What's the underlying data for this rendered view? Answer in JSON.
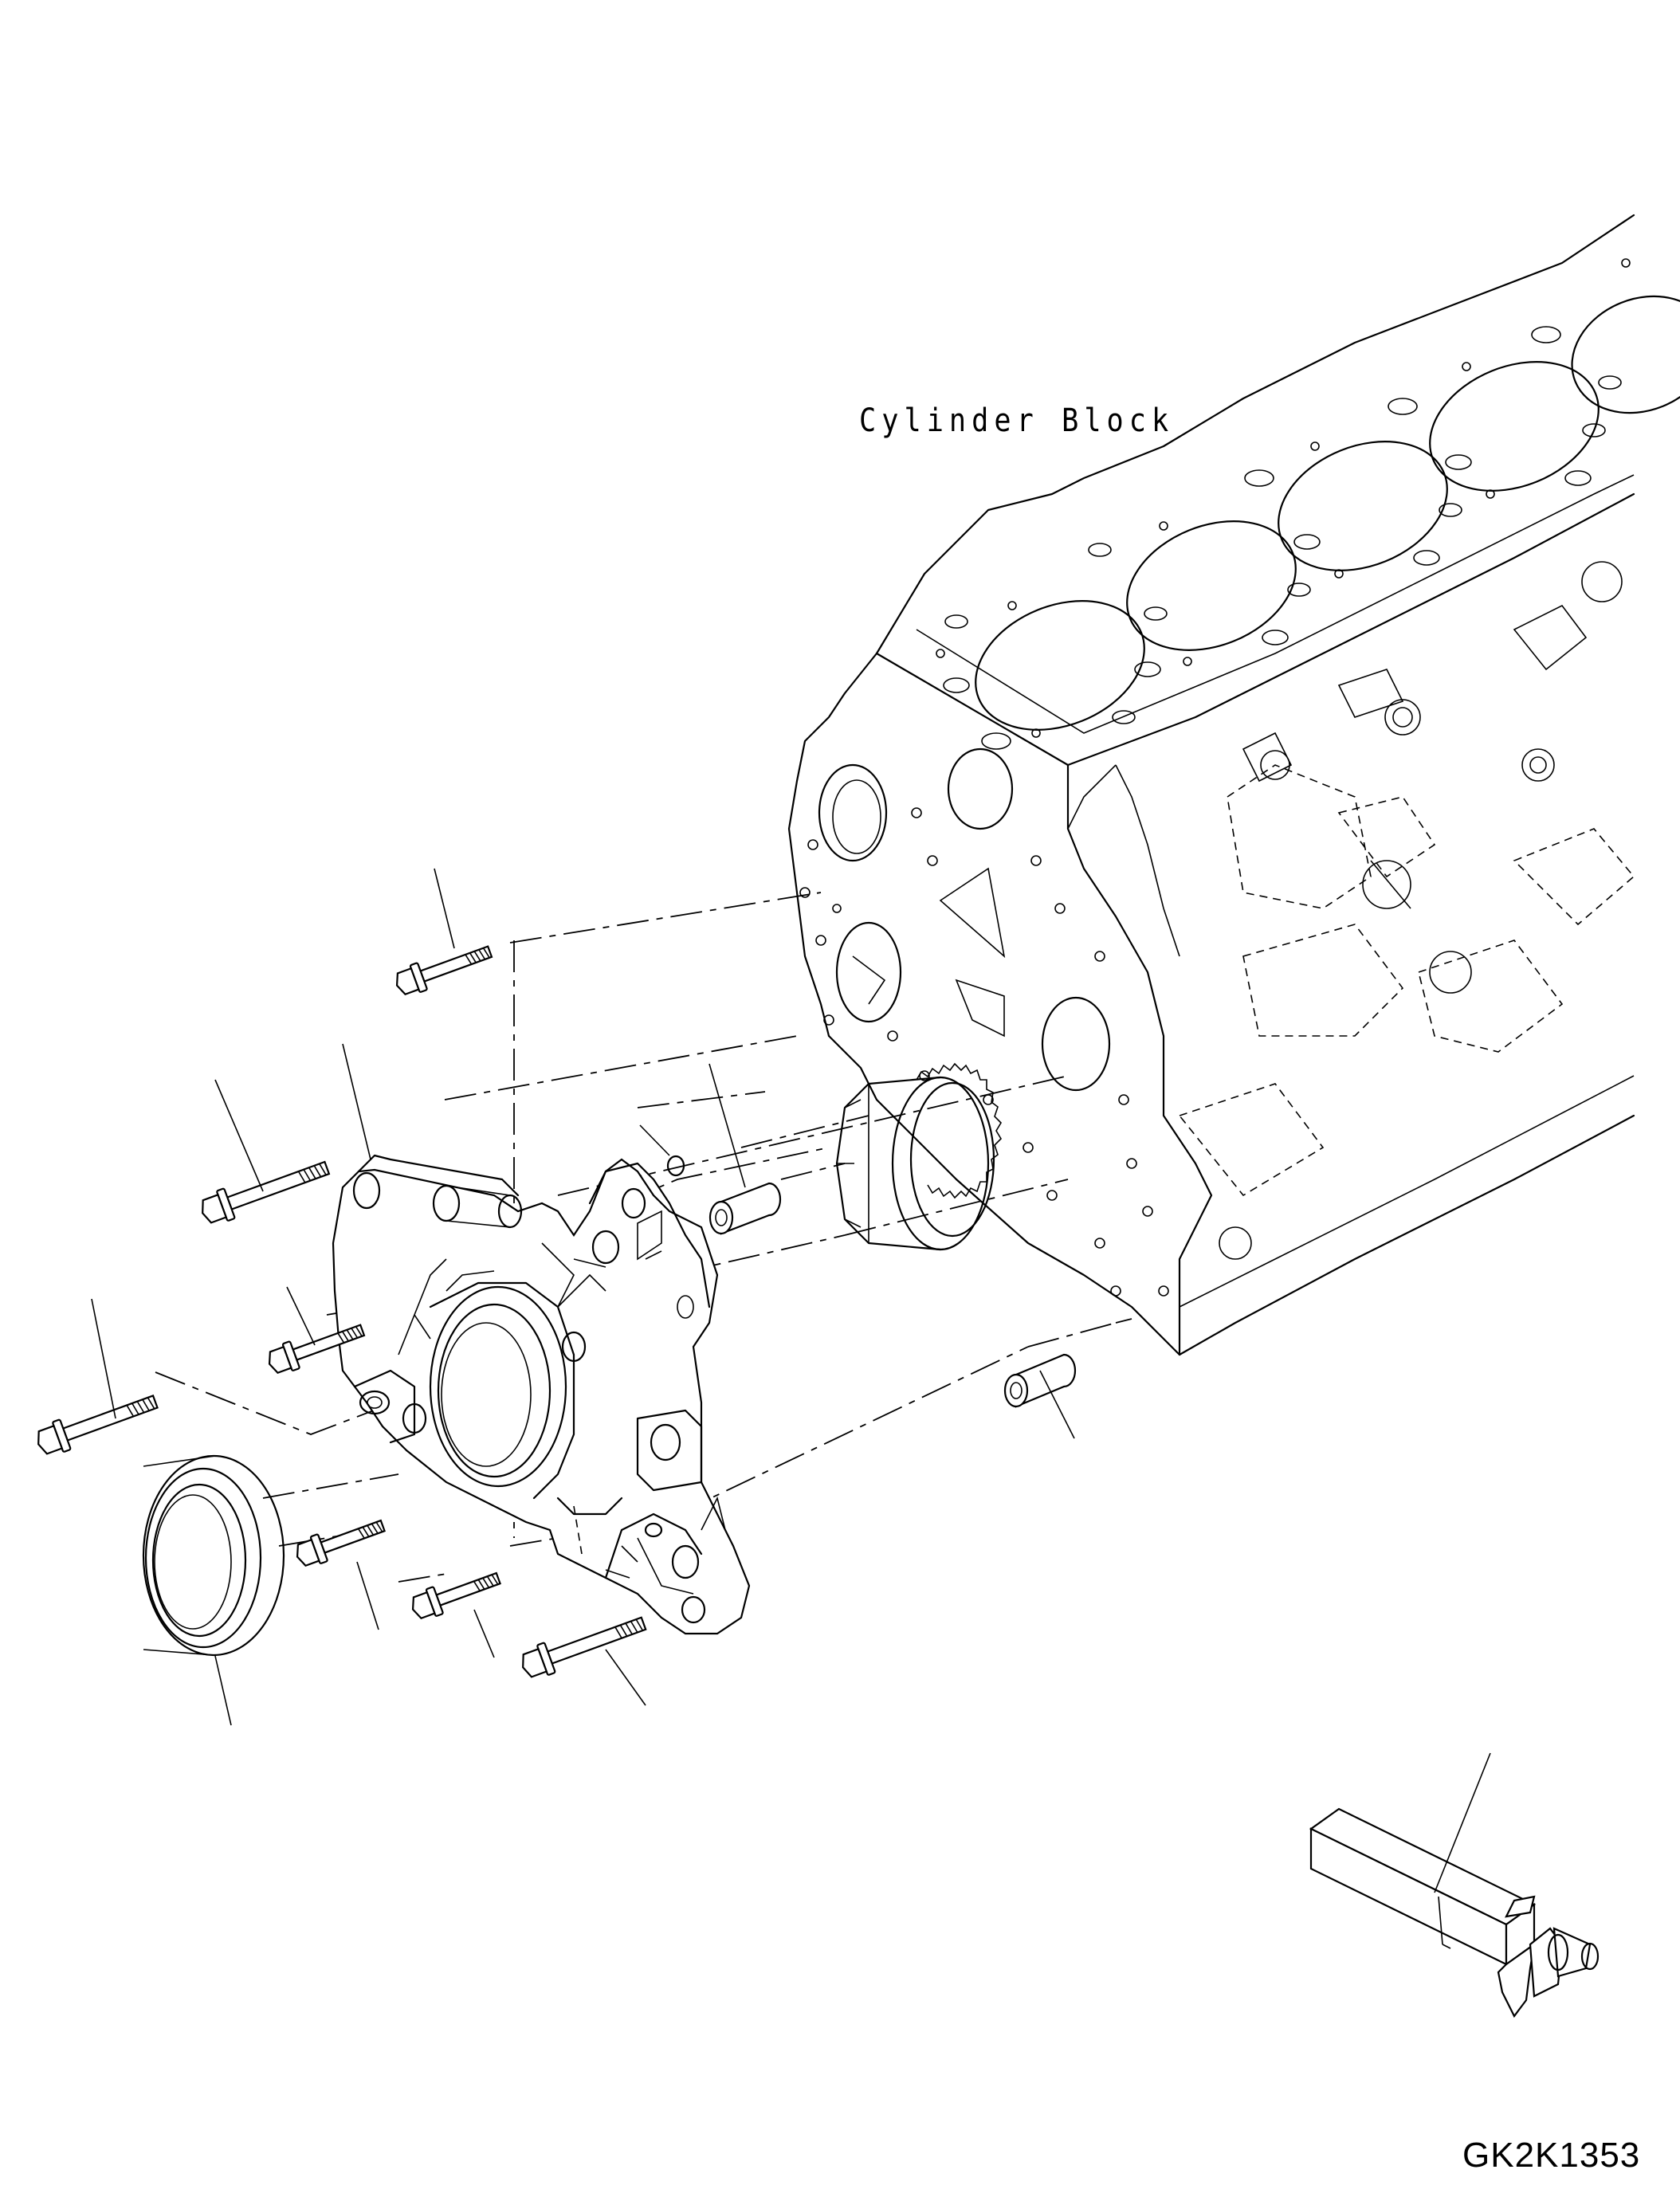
{
  "diagram": {
    "component_label": "Cylinder Block",
    "drawing_code": "GK2K1353"
  },
  "icons": [
    "cylinder-block-illustration",
    "front-cover-illustration",
    "crankshaft-gear-illustration",
    "oil-seal-illustration",
    "flange-bolt-illustration",
    "dowel-pin-illustration",
    "o-ring-illustration",
    "installation-tool-illustration"
  ]
}
